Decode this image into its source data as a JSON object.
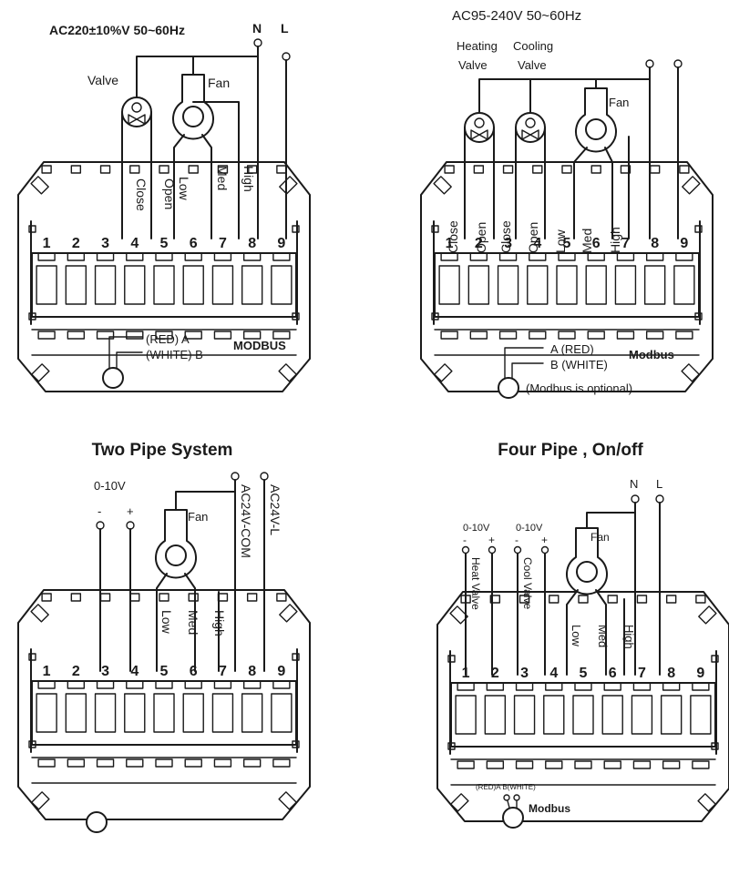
{
  "diagram_top_left": {
    "supply": "AC220±10%V 50~60Hz",
    "neutral": "N",
    "line": "L",
    "valve": "Valve",
    "fan": "Fan",
    "close": "Close",
    "open": "Open",
    "low": "Low",
    "med": "Med",
    "high": "High",
    "terminals": [
      "1",
      "2",
      "3",
      "4",
      "5",
      "6",
      "7",
      "8",
      "9"
    ],
    "modbus_a": "(RED) A",
    "modbus_b": "(WHITE) B",
    "modbus": "MODBUS",
    "caption": "Two Pipe System"
  },
  "diagram_top_right": {
    "supply": "AC95-240V 50~60Hz",
    "heating_valve_line1": "Heating",
    "heating_valve_line2": "Valve",
    "cooling_valve_line1": "Cooling",
    "cooling_valve_line2": "Valve",
    "fan": "Fan",
    "close": "Close",
    "open": "Open",
    "low": "Low",
    "med": "Med",
    "high": "High",
    "terminals": [
      "1",
      "2",
      "3",
      "4",
      "5",
      "6",
      "7",
      "8",
      "9"
    ],
    "modbus_a": "A (RED)",
    "modbus_b": "B (WHITE)",
    "modbus": "Modbus",
    "modbus_note": "(Modbus is optional)",
    "caption": "Four Pipe , On/off"
  },
  "diagram_bottom_left": {
    "signal": "0-10V",
    "minus": "-",
    "plus": "+",
    "fan": "Fan",
    "com": "AC24V-COM",
    "line": "AC24V-L",
    "low": "Low",
    "med": "Med",
    "high": "High",
    "terminals": [
      "1",
      "2",
      "3",
      "4",
      "5",
      "6",
      "7",
      "8",
      "9"
    ]
  },
  "diagram_bottom_right": {
    "neutral": "N",
    "line": "L",
    "signal": "0-10V",
    "minus": "-",
    "plus": "+",
    "heat_valve": "Heat Valve",
    "cool_valve": "Cool Valve",
    "fan": "Fan",
    "low": "Low",
    "med": "Med",
    "high": "High",
    "terminals": [
      "1",
      "2",
      "3",
      "4",
      "5",
      "6",
      "7",
      "8",
      "9"
    ],
    "modbus_ab": "(RED)A B(WHITE)",
    "modbus": "Modbus"
  }
}
